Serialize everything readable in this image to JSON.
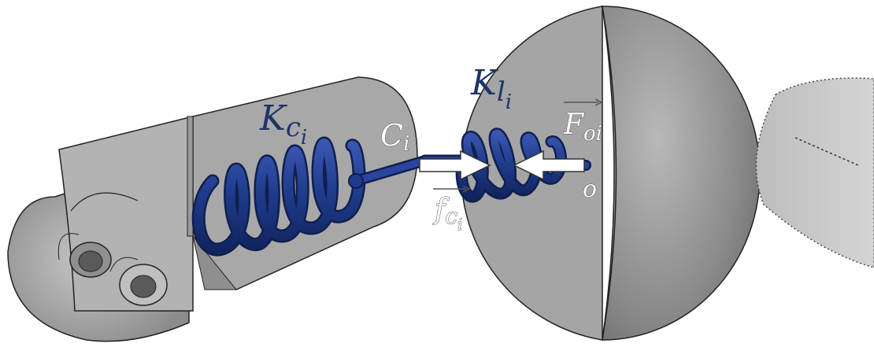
{
  "labels": {
    "kc_main": "K",
    "kc_sub": "c",
    "kc_subsub": "i",
    "kl_main": "K",
    "kl_sub": "l",
    "kl_subsub": "i",
    "ci_main": "C",
    "ci_sub": "i",
    "foi_main": "F",
    "foi_sub": "oi",
    "fci_main": "f",
    "fci_sub": "c",
    "fci_subsub": "i",
    "o_point": "o"
  },
  "colors": {
    "spring": "#1e3a8a",
    "label_blue": "#1f3466",
    "body_gray": "#a9a9a9",
    "arrow_white": "#ffffff"
  }
}
